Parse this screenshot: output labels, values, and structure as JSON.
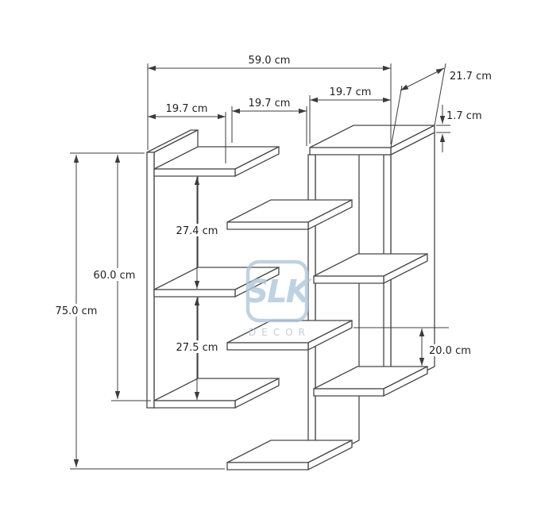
{
  "diagram": {
    "labels": {
      "width_total": "59.0 cm",
      "depth": "21.7 cm",
      "shelf_left": "19.7 cm",
      "shelf_mid": "19.7 cm",
      "shelf_right": "19.7 cm",
      "thickness": "1.7 cm",
      "height_total": "75.0 cm",
      "panel_height": "60.0 cm",
      "gap_upper": "27.4 cm",
      "gap_lower": "27.5 cm",
      "gap_right": "20.0 cm"
    },
    "watermark": {
      "logo": "SLK",
      "subtitle": "DECOR"
    }
  }
}
